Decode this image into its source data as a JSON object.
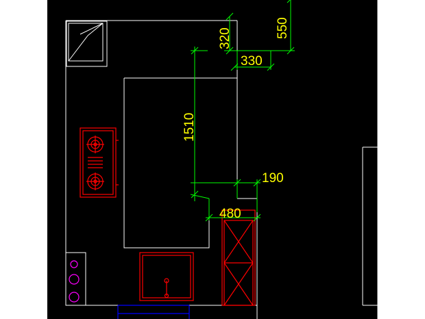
{
  "colors": {
    "background": "#000000",
    "margin": "#ffffff",
    "walls": "#ffffff",
    "dimension_lines": "#00ff00",
    "dimension_text": "#ffff00",
    "appliances": "#ff0000",
    "outlets": "#ff00ff",
    "window": "#0000ff"
  },
  "dimensions": {
    "d320": "320",
    "d550": "550",
    "d330": "330",
    "d1510": "1510",
    "d190": "190",
    "d480": "480"
  },
  "symbols": {
    "stove": "gas-stove-icon",
    "sink": "sink-icon",
    "fridge": "refrigerator-icon",
    "outlets": "outlet-icon",
    "chimney": "shaft-icon"
  }
}
